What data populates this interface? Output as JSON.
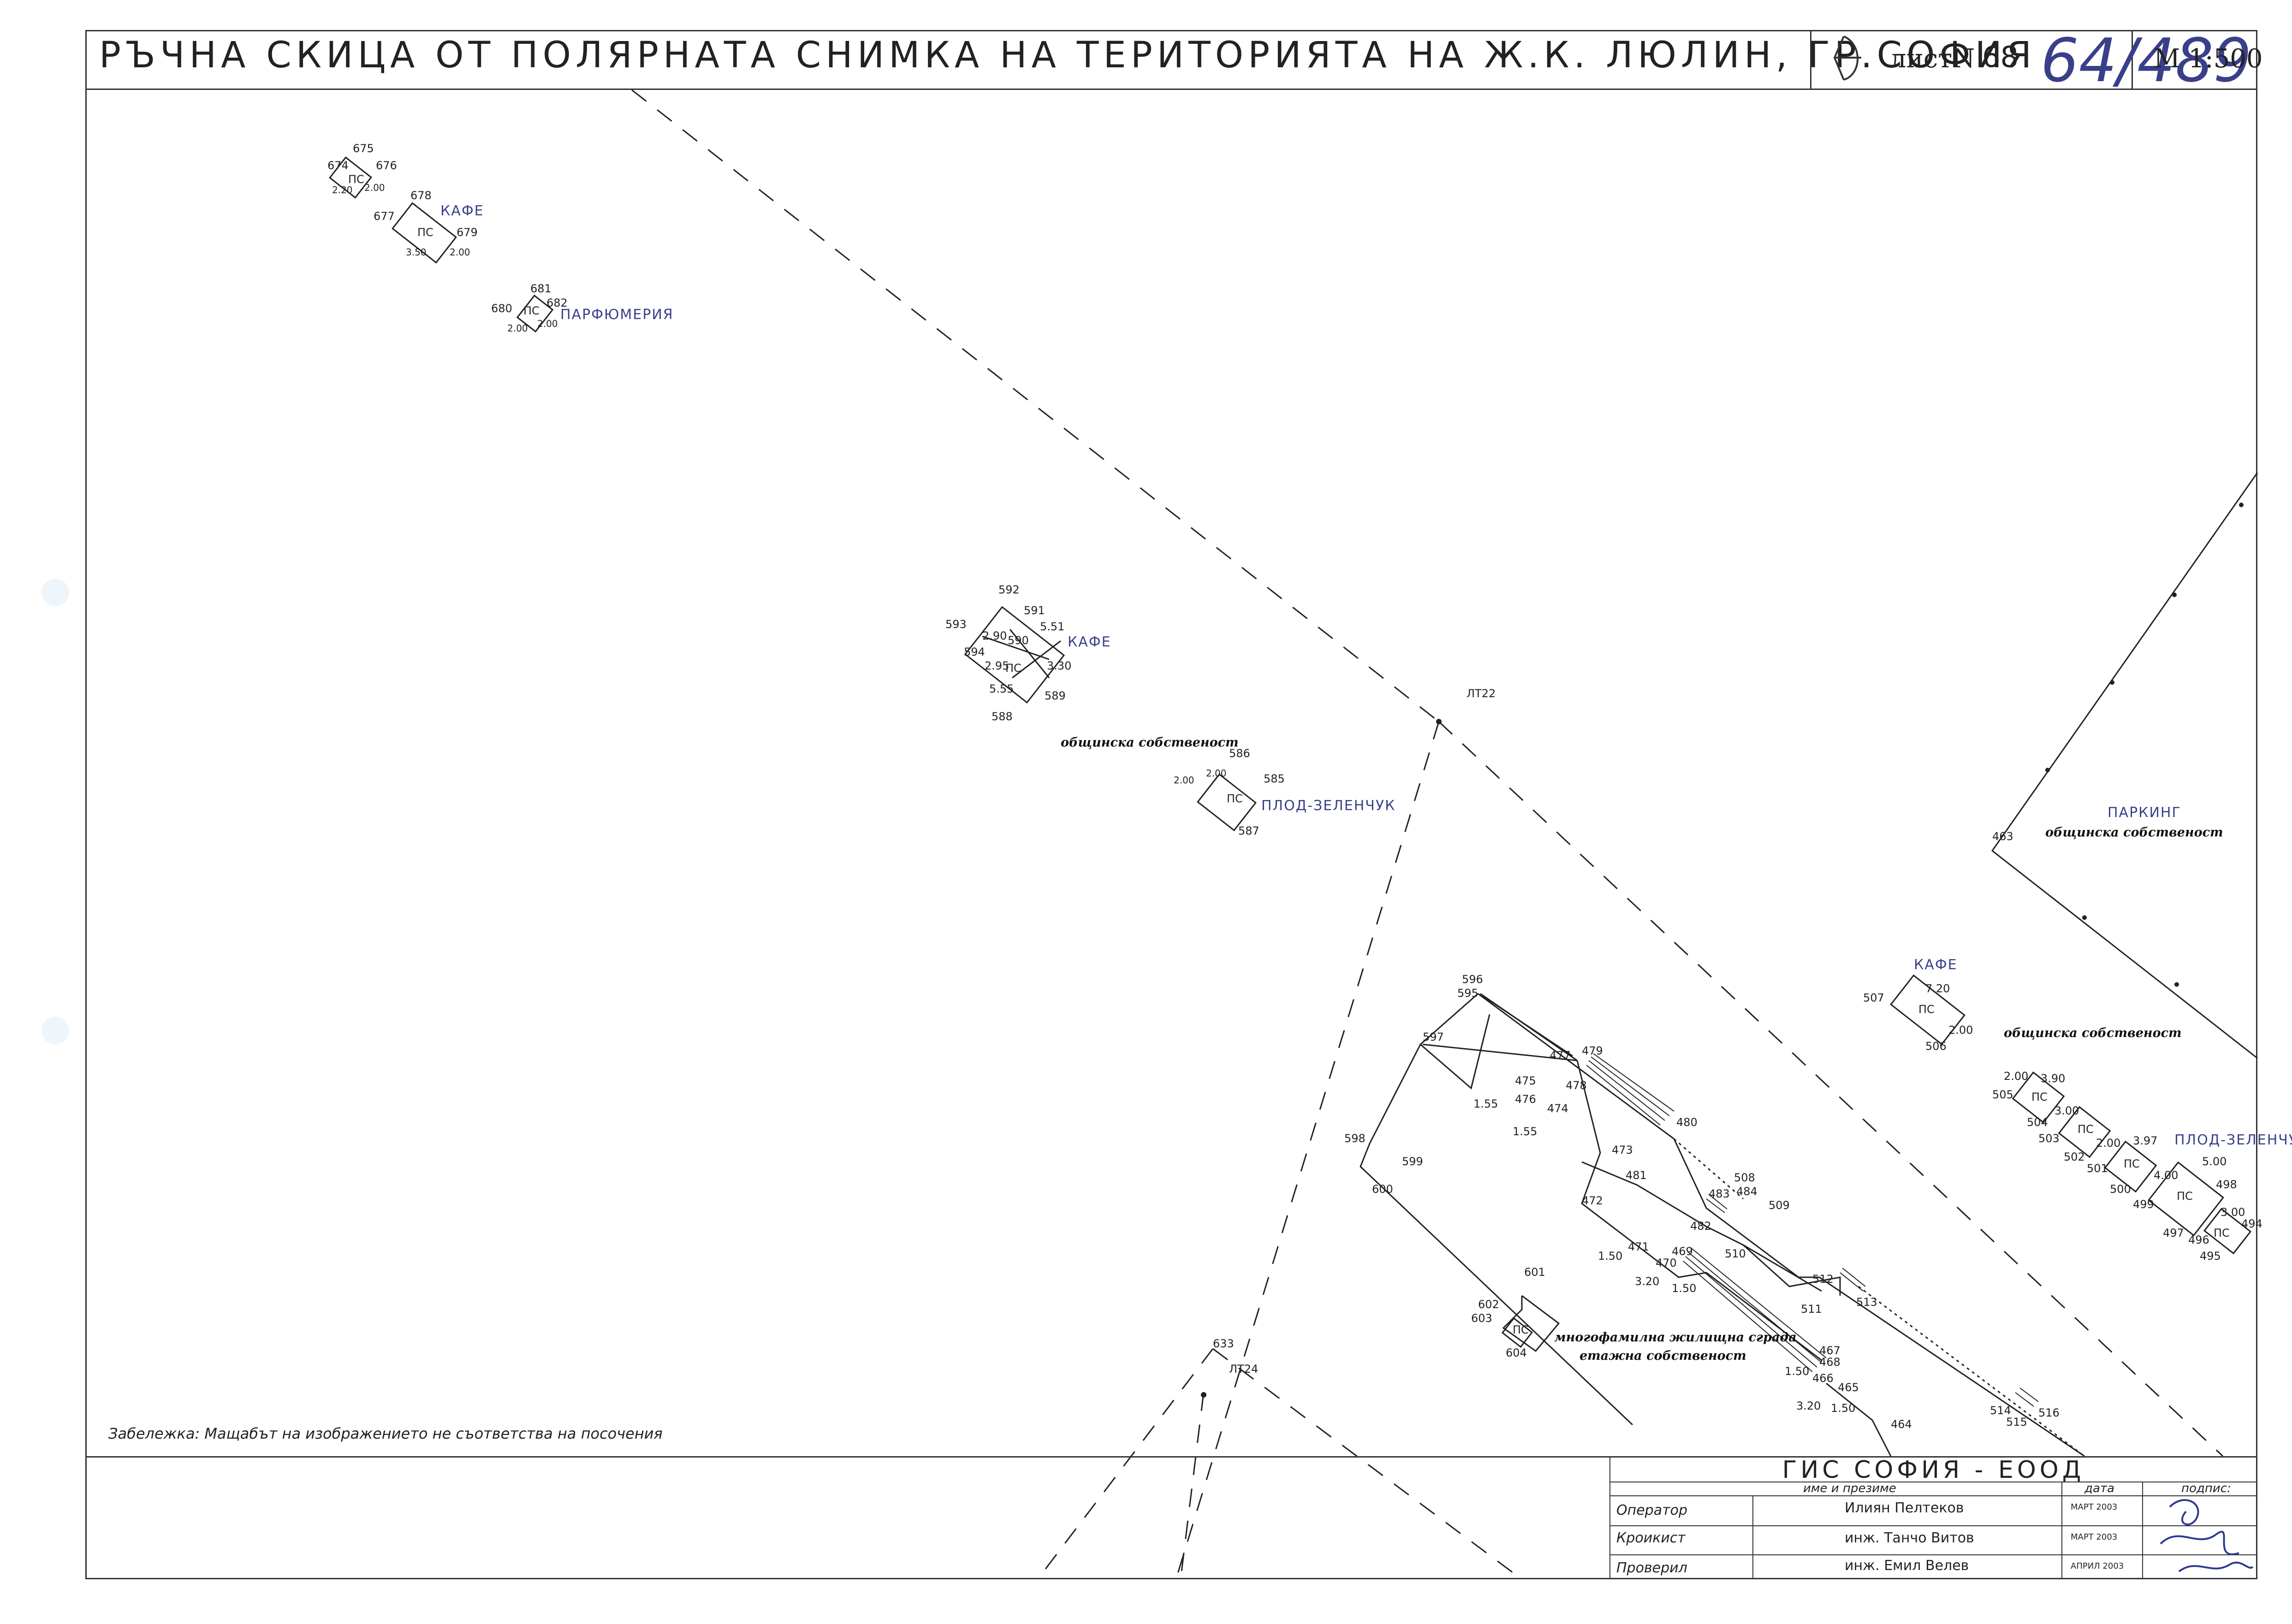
{
  "title": "РЪЧНА СКИЦА ОТ ПОЛЯРНАТА СНИМКА НА ТЕРИТОРИЯТА НА Ж.К. ЛЮЛИН, ГР.СОФИЯ",
  "sheet": {
    "label": "листN",
    "number": "68",
    "handwritten": "64/489"
  },
  "scale": "M 1:500",
  "note": "Забележка: Мащабът на изображението не съответства на посочения",
  "title_block": {
    "company": "ГИС СОФИЯ - ЕООД",
    "col_name": "име и презиме",
    "col_date": "дата",
    "col_sign": "подпис:",
    "rows": [
      {
        "role": "Оператор",
        "name": "Илиян Пелтеков",
        "date": "МАРТ 2003"
      },
      {
        "role": "Кроикист",
        "name": "инж. Танчо Витов",
        "date": "МАРТ 2003"
      },
      {
        "role": "Проверил",
        "name": "инж. Емил Велев",
        "date": "АПРИЛ 2003"
      }
    ]
  },
  "ownership_labels": {
    "municipal_1": "общинска собственост",
    "municipal_2": "общинска собственост",
    "municipal_3": "общинска собственост",
    "building": "многофамилна жилищна сграда",
    "floor_ownership": "етажна собственост"
  },
  "handwritten_labels": {
    "cafe_1": "КАФЕ",
    "perfumery": "ПАРФЮМЕРИЯ",
    "cafe_2": "КАФЕ",
    "fruit_veg_1": "ПЛОД-ЗЕЛЕНЧУК",
    "parking": "ПАРКИНГ",
    "cafe_3": "КАФЕ",
    "fruit_veg_2": "ПЛОД-ЗЕЛЕНЧУК"
  },
  "station_labels": {
    "lt22": "ЛТ22",
    "lt24": "ЛТ24"
  },
  "point_numbers": {
    "p674": "674",
    "p675": "675",
    "p676": "676",
    "p677": "677",
    "p678": "678",
    "p679": "679",
    "p680": "680",
    "p681": "681",
    "p682": "682",
    "p592": "592",
    "p591": "591",
    "p593": "593",
    "p590": "590",
    "p594": "594",
    "p589": "589",
    "p588": "588",
    "p586": "586",
    "p585": "585",
    "p587": "587",
    "p596": "596",
    "p595": "595",
    "p597": "597",
    "p598": "598",
    "p599": "599",
    "p600": "600",
    "p477": "477",
    "p479": "479",
    "p475": "475",
    "p478": "478",
    "p476": "476",
    "p474": "474",
    "p480": "480",
    "p473": "473",
    "p481": "481",
    "p483": "483",
    "p508": "508",
    "p484": "484",
    "p472": "472",
    "p482": "482",
    "p509": "509",
    "p510": "510",
    "p471": "471",
    "p469": "469",
    "p470": "470",
    "p512": "512",
    "p513": "513",
    "p511": "511",
    "p601": "601",
    "p602": "602",
    "p603": "603",
    "p604": "604",
    "p467": "467",
    "p468": "468",
    "p466": "466",
    "p465": "465",
    "p464": "464",
    "p514": "514",
    "p515": "515",
    "p516": "516",
    "p633": "633",
    "p463": "463",
    "p507": "507",
    "p506": "506",
    "p505": "505",
    "p504": "504",
    "p503": "503",
    "p502": "502",
    "p501": "501",
    "p500": "500",
    "p499": "499",
    "p498": "498",
    "p497": "497",
    "p496": "496",
    "p495": "495",
    "p494": "494"
  },
  "kiosk_label": "ПС",
  "dimensions": {
    "d1": "2.20",
    "d2": "2.00",
    "d3": "2.00",
    "d4": "3.50",
    "d5": "2.00",
    "d6": "2.00",
    "d7": "2.00",
    "d8": "5.51",
    "d9": "2.90",
    "d10": "2.95",
    "d11": "5.55",
    "d12": "3.30",
    "d13": "2.00",
    "d14": "2.00",
    "d15": "1.55",
    "d16": "1.55",
    "d17": "1.50",
    "d18": "3.20",
    "d19": "1.50",
    "d20": "1.50",
    "d21": "3.20",
    "d22": "1.50",
    "d23": "7.20",
    "d24": "2.00",
    "d25": "2.00",
    "d26": "3.90",
    "d27": "3.00",
    "d28": "2.00",
    "d29": "3.97",
    "d30": "5.00",
    "d31": "4.00",
    "d32": "3.00"
  }
}
